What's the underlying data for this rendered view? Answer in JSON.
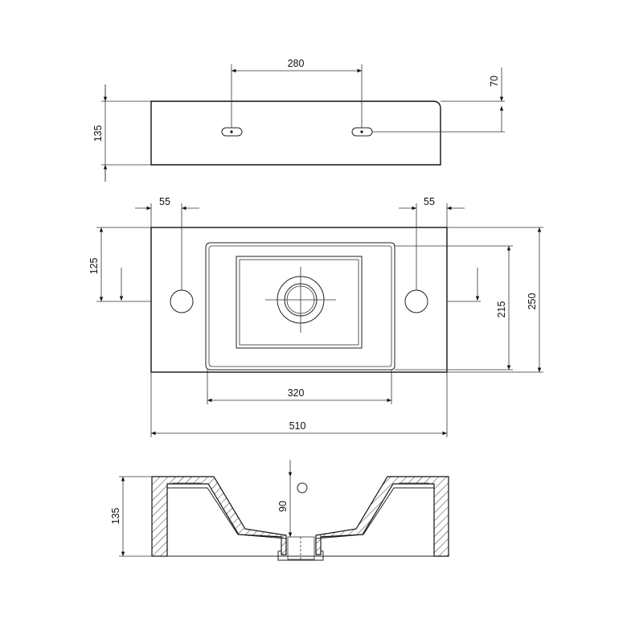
{
  "top_view": {
    "dim_holes_spacing": "280",
    "dim_hole_offset": "70",
    "dim_height": "135"
  },
  "plan_view": {
    "dim_left_hole": "55",
    "dim_right_hole": "55",
    "dim_hole_depth": "125",
    "dim_bowl_depth": "215",
    "dim_total_depth": "250",
    "dim_bowl_width": "320",
    "dim_total_width": "510"
  },
  "section_view": {
    "dim_height": "135",
    "dim_drain_depth": "90"
  }
}
